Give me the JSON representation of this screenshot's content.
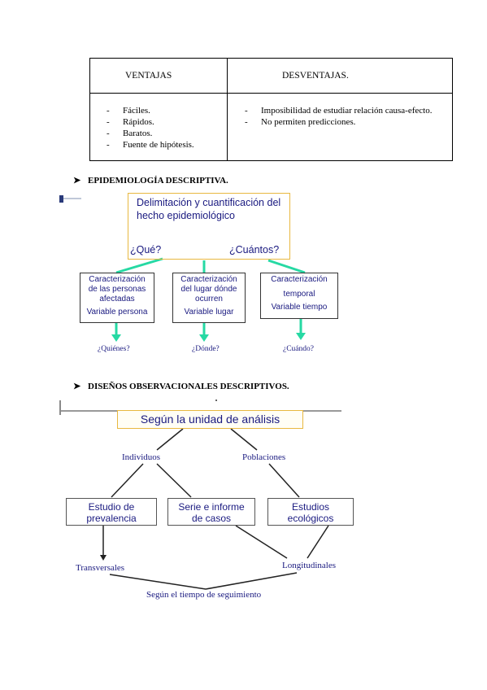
{
  "table": {
    "header_ventajas": "VENTAJAS",
    "header_desventajas": "DESVENTAJAS.",
    "ventajas": [
      "Fáciles.",
      "Rápidos.",
      "Baratos.",
      "Fuente de hipótesis."
    ],
    "desventajas": [
      "Imposibilidad de estudiar relación causa-efecto.",
      "No permiten predicciones."
    ]
  },
  "section1": {
    "heading": "EPIDEMIOLOGÍA DESCRIPTIVA.",
    "top_box_line1": "Delimitación y cuantificación del",
    "top_box_line2": "hecho epidemiológico",
    "que": "¿Qué?",
    "cuantos": "¿Cuántos?",
    "box1": [
      "Caracterización",
      "de las personas",
      "afectadas",
      "Variable persona"
    ],
    "box2": [
      "Caracterización",
      "del lugar dónde",
      "ocurren",
      "Variable lugar"
    ],
    "box3": [
      "Caracterización",
      "temporal",
      "Variable tiempo"
    ],
    "quienes": "¿Quiénes?",
    "donde": "¿Dónde?",
    "cuando": "¿Cuándo?"
  },
  "section2": {
    "heading": "DISEÑOS OBSERVACIONALES DESCRIPTIVOS.",
    "top_box": "Según la unidad de análisis",
    "individuos": "Individuos",
    "poblaciones": "Poblaciones",
    "box_prevalencia": [
      "Estudio de",
      "prevalencia"
    ],
    "box_serie": [
      "Serie e informe",
      "de casos"
    ],
    "box_ecologicos": [
      "Estudios",
      "ecológicos"
    ],
    "transversales": "Transversales",
    "longitudinales": "Longitudinales",
    "tiempo": "Según el tiempo de seguimiento"
  },
  "colors": {
    "accent_green": "#26d9a3",
    "box_border_gold": "#e8b840",
    "diagram_blue": "#1a1a80"
  }
}
